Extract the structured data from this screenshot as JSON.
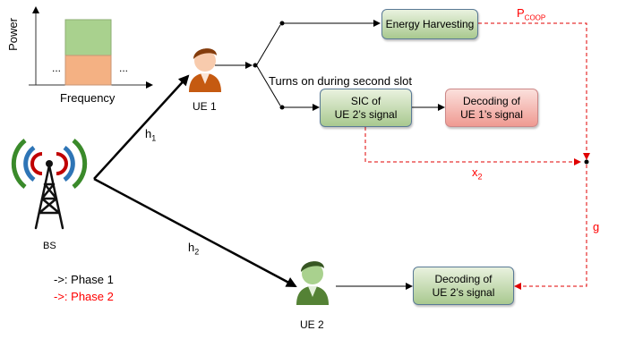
{
  "spectrum": {
    "y_label": "Power",
    "x_label": "Frequency",
    "dots_left": "...",
    "dots_right": "...",
    "colors": {
      "top_band": "#a9d18e",
      "bottom_band": "#f4b183"
    }
  },
  "bs": {
    "label": "BS",
    "icon": "antenna-tower-icon"
  },
  "ue1": {
    "label": "UE 1",
    "icon": "user-icon"
  },
  "ue2": {
    "label": "UE 2",
    "icon": "user-icon"
  },
  "channels": {
    "h1": "h",
    "h1_sub": "1",
    "h2": "h",
    "h2_sub": "2",
    "g": "g"
  },
  "boxes": {
    "energy_harvesting": "Energy Harvesting",
    "sic_line1": "SIC of",
    "sic_line2": "UE 2’s signal",
    "decode_ue1_line1": "Decoding of",
    "decode_ue1_line2": "UE 1’s signal",
    "decode_ue2_line1": "Decoding of",
    "decode_ue2_line2": "UE 2’s signal"
  },
  "annotations": {
    "switch_note": "Turns on during second slot",
    "p_coop": "P",
    "p_coop_sub": "COOP",
    "x2": "x",
    "x2_sub": "2"
  },
  "legend": {
    "phase1": "->: Phase 1",
    "phase2": "->: Phase 2"
  },
  "colors": {
    "phase1": "#000000",
    "phase2": "#ff0000",
    "signal_red": "#c00000",
    "signal_blue": "#2e75b6",
    "signal_green": "#3a8a2a"
  }
}
